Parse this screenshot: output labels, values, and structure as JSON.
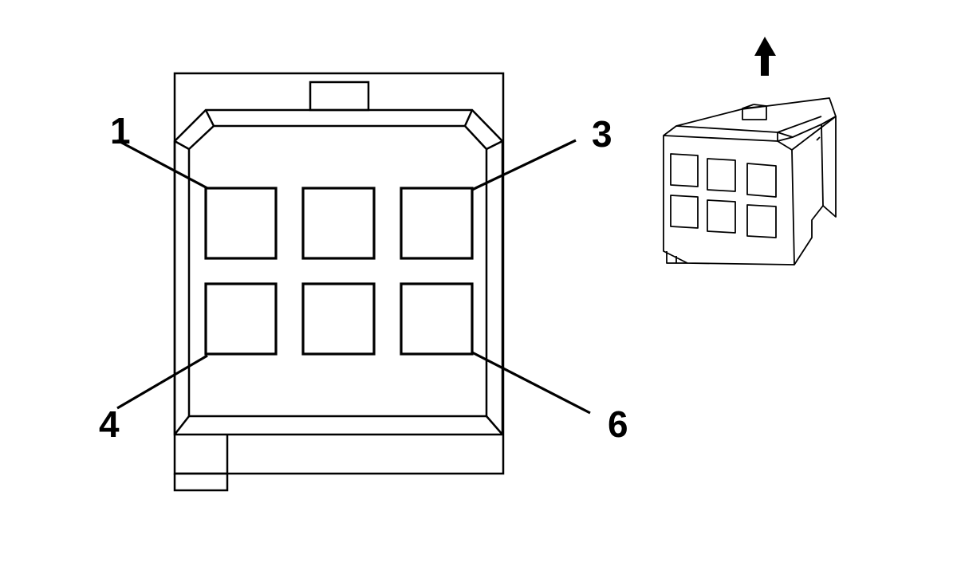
{
  "diagram": {
    "pin_labels": {
      "pin1": "1",
      "pin3": "3",
      "pin4": "4",
      "pin6": "6"
    },
    "colors": {
      "line": "#000000",
      "background": "#ffffff"
    },
    "icons": {
      "orientation_arrow": "arrow-up-icon"
    }
  }
}
